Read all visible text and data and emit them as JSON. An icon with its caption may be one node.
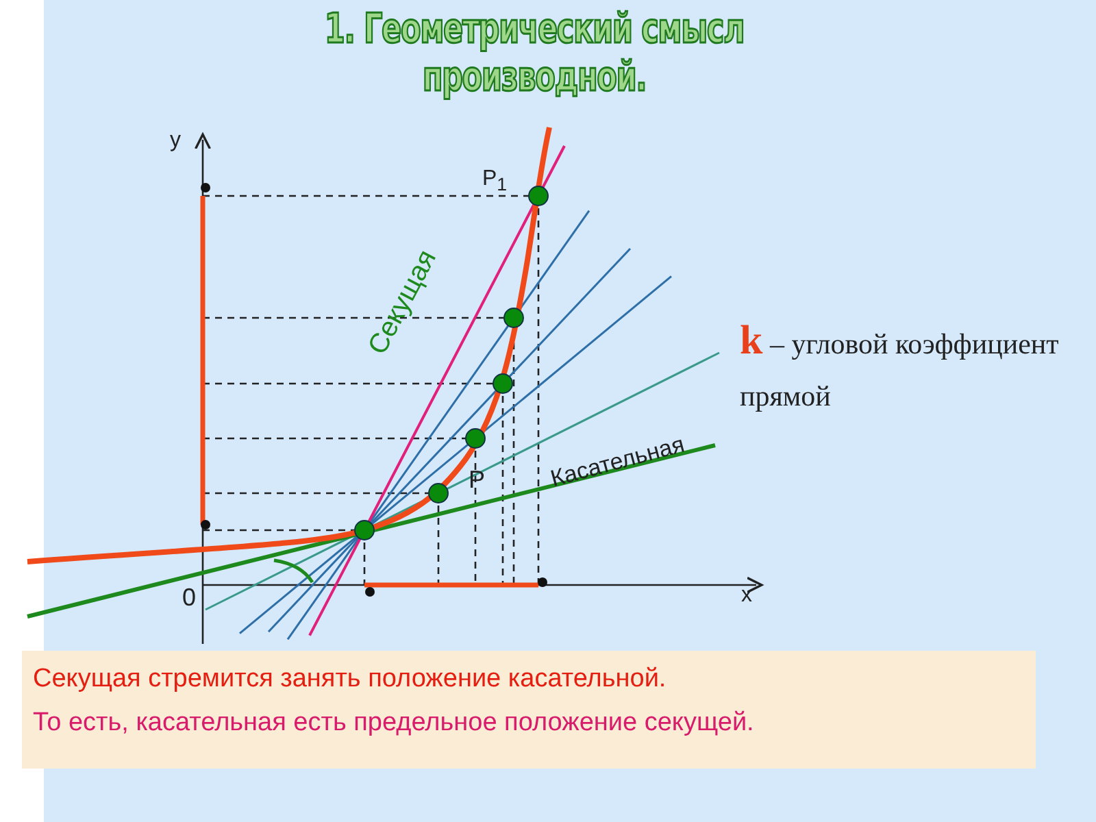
{
  "diagram": {
    "title": "1. Геометрический смысл производной.",
    "nodes": [
      {
        "text": [
          "Секущая стремится занять положение касательной.",
          "То есть, касательная есть предельное положение секущей."
        ]
      }
    ],
    "labels": [
      "y",
      "P$_{1}$",
      "Секущая",
      "**k** – угловой коэффициент прямой",
      "P",
      "Касательная",
      "0",
      "x"
    ]
  }
}
